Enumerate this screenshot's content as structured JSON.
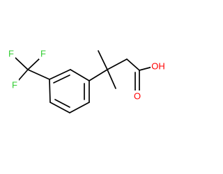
{
  "molecule": {
    "atoms": [
      {
        "id": "F1",
        "text": "F",
        "color": "#32cd32"
      },
      {
        "id": "F2",
        "text": "F",
        "color": "#32cd32"
      },
      {
        "id": "F3",
        "text": "F",
        "color": "#32cd32"
      },
      {
        "id": "O1",
        "text": "OH",
        "color": "#ff0000"
      },
      {
        "id": "O2",
        "text": "O",
        "color": "#ff0000"
      }
    ],
    "bond_color": "#000000"
  }
}
